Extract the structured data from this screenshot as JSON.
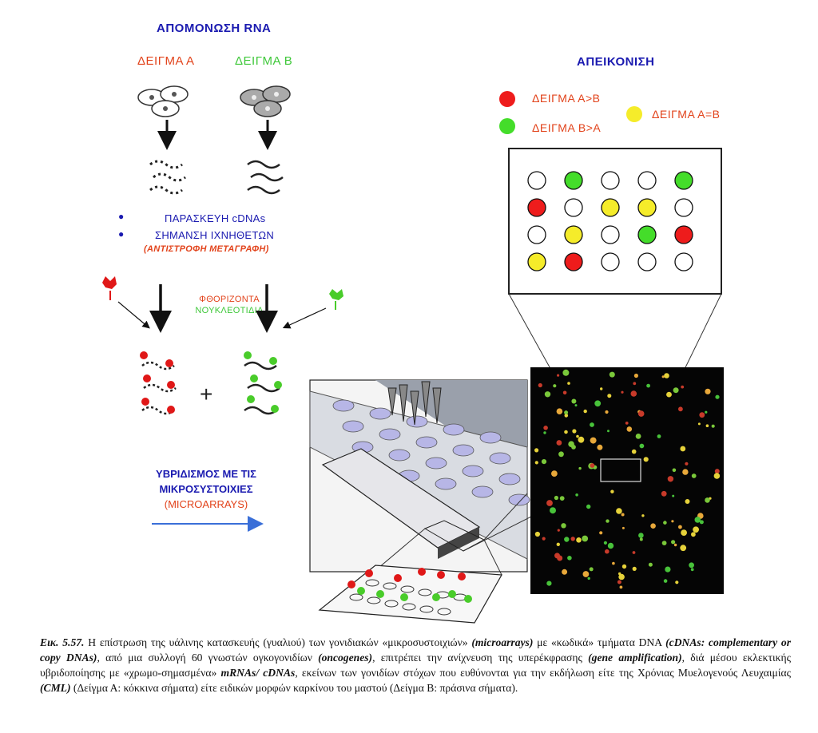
{
  "labels": {
    "rna_isolation": "ΑΠΟΜΟΝΩΣΗ RNA",
    "sample_a": "ΔΕΙΓΜΑ  Α",
    "sample_b": "ΔΕΙΓΜΑ  Β",
    "prep_cdnas": "ΠΑΡΑΣΚΕΥΗ cDNAs",
    "tracer_labeling": "ΣΗΜΑΝΣΗ ΙΧΝΗΘΕΤΩΝ",
    "reverse_transcription": "(ΑΝΤΙΣΤΡΟΦΗ ΜΕΤΑΓΡΑΦΗ)",
    "fluor_line1": "ΦΘΟΡΙΖΟΝΤΑ",
    "fluor_line2": "ΝΟΥΚΛΕΟΤΙΔΙΑ",
    "plus": "+",
    "hyb_line1": "ΥΒΡΙΔΙΣΜΟΣ ΜΕ ΤΙΣ",
    "hyb_line2": "ΜΙΚΡΟΣΥΣΤΟΙΧΙΕΣ",
    "hyb_line3": "(MICROARRAYS)",
    "visualization": "ΑΠΕΙΚΟΝΙΣΗ",
    "legend_a_gt_b": "ΔΕΙΓΜΑ Α>Β",
    "legend_b_gt_a": "ΔΕΙΓΜΑ Β>Α",
    "legend_a_eq_b": "ΔΕΙΓΜΑ  Α=Β"
  },
  "colors": {
    "red": "#ee1c1c",
    "green": "#44dd2a",
    "yellow": "#f5ec2a",
    "blue_title": "#1a1ab0",
    "orange_red_text": "#e2431b"
  },
  "spot_grid": [
    [
      "white",
      "green",
      "white",
      "white",
      "green"
    ],
    [
      "red",
      "white",
      "yellow",
      "yellow",
      "white"
    ],
    [
      "white",
      "yellow",
      "white",
      "green",
      "red"
    ],
    [
      "yellow",
      "red",
      "white",
      "white",
      "white"
    ]
  ],
  "caption": {
    "fig_label": "Εικ. 5.57.",
    "text_1": " Η επίστρωση της υάλινης κατασκευής (γυαλιού) των γονιδιακών «μικροσυστοιχιών» ",
    "term_microarrays": "(microarrays)",
    "text_2": " με «κωδικά» τμήματα DNA ",
    "term_cdnas": "(cDNAs: complementary or copy DNAs)",
    "text_3": ", από μια συλλογή 60 γνωστών ογκογονιδίων ",
    "term_oncogenes": "(oncogenes)",
    "text_4": ", επιτρέπει την ανίχνευση της υπερέκφρασης ",
    "term_gene_amp": "(gene amplification)",
    "text_5": ", διά μέσου εκλεκτικής υβριδοποίησης με «χρωμο-σημασμένα» ",
    "term_mrnas": "mRNAs/ cDNAs",
    "text_6": ", εκείνων των γονιδίων στόχων που ευθύνονται για την εκδήλωση είτε της Χρόνιας Μυελογενούς Λευχαιμίας ",
    "term_cml": "(CML)",
    "text_7": " (Δείγμα Α: κόκκινα σήματα) είτε ειδικών μορφών καρκίνου του μαστού (Δείγμα Β: πράσινα σήματα)."
  }
}
